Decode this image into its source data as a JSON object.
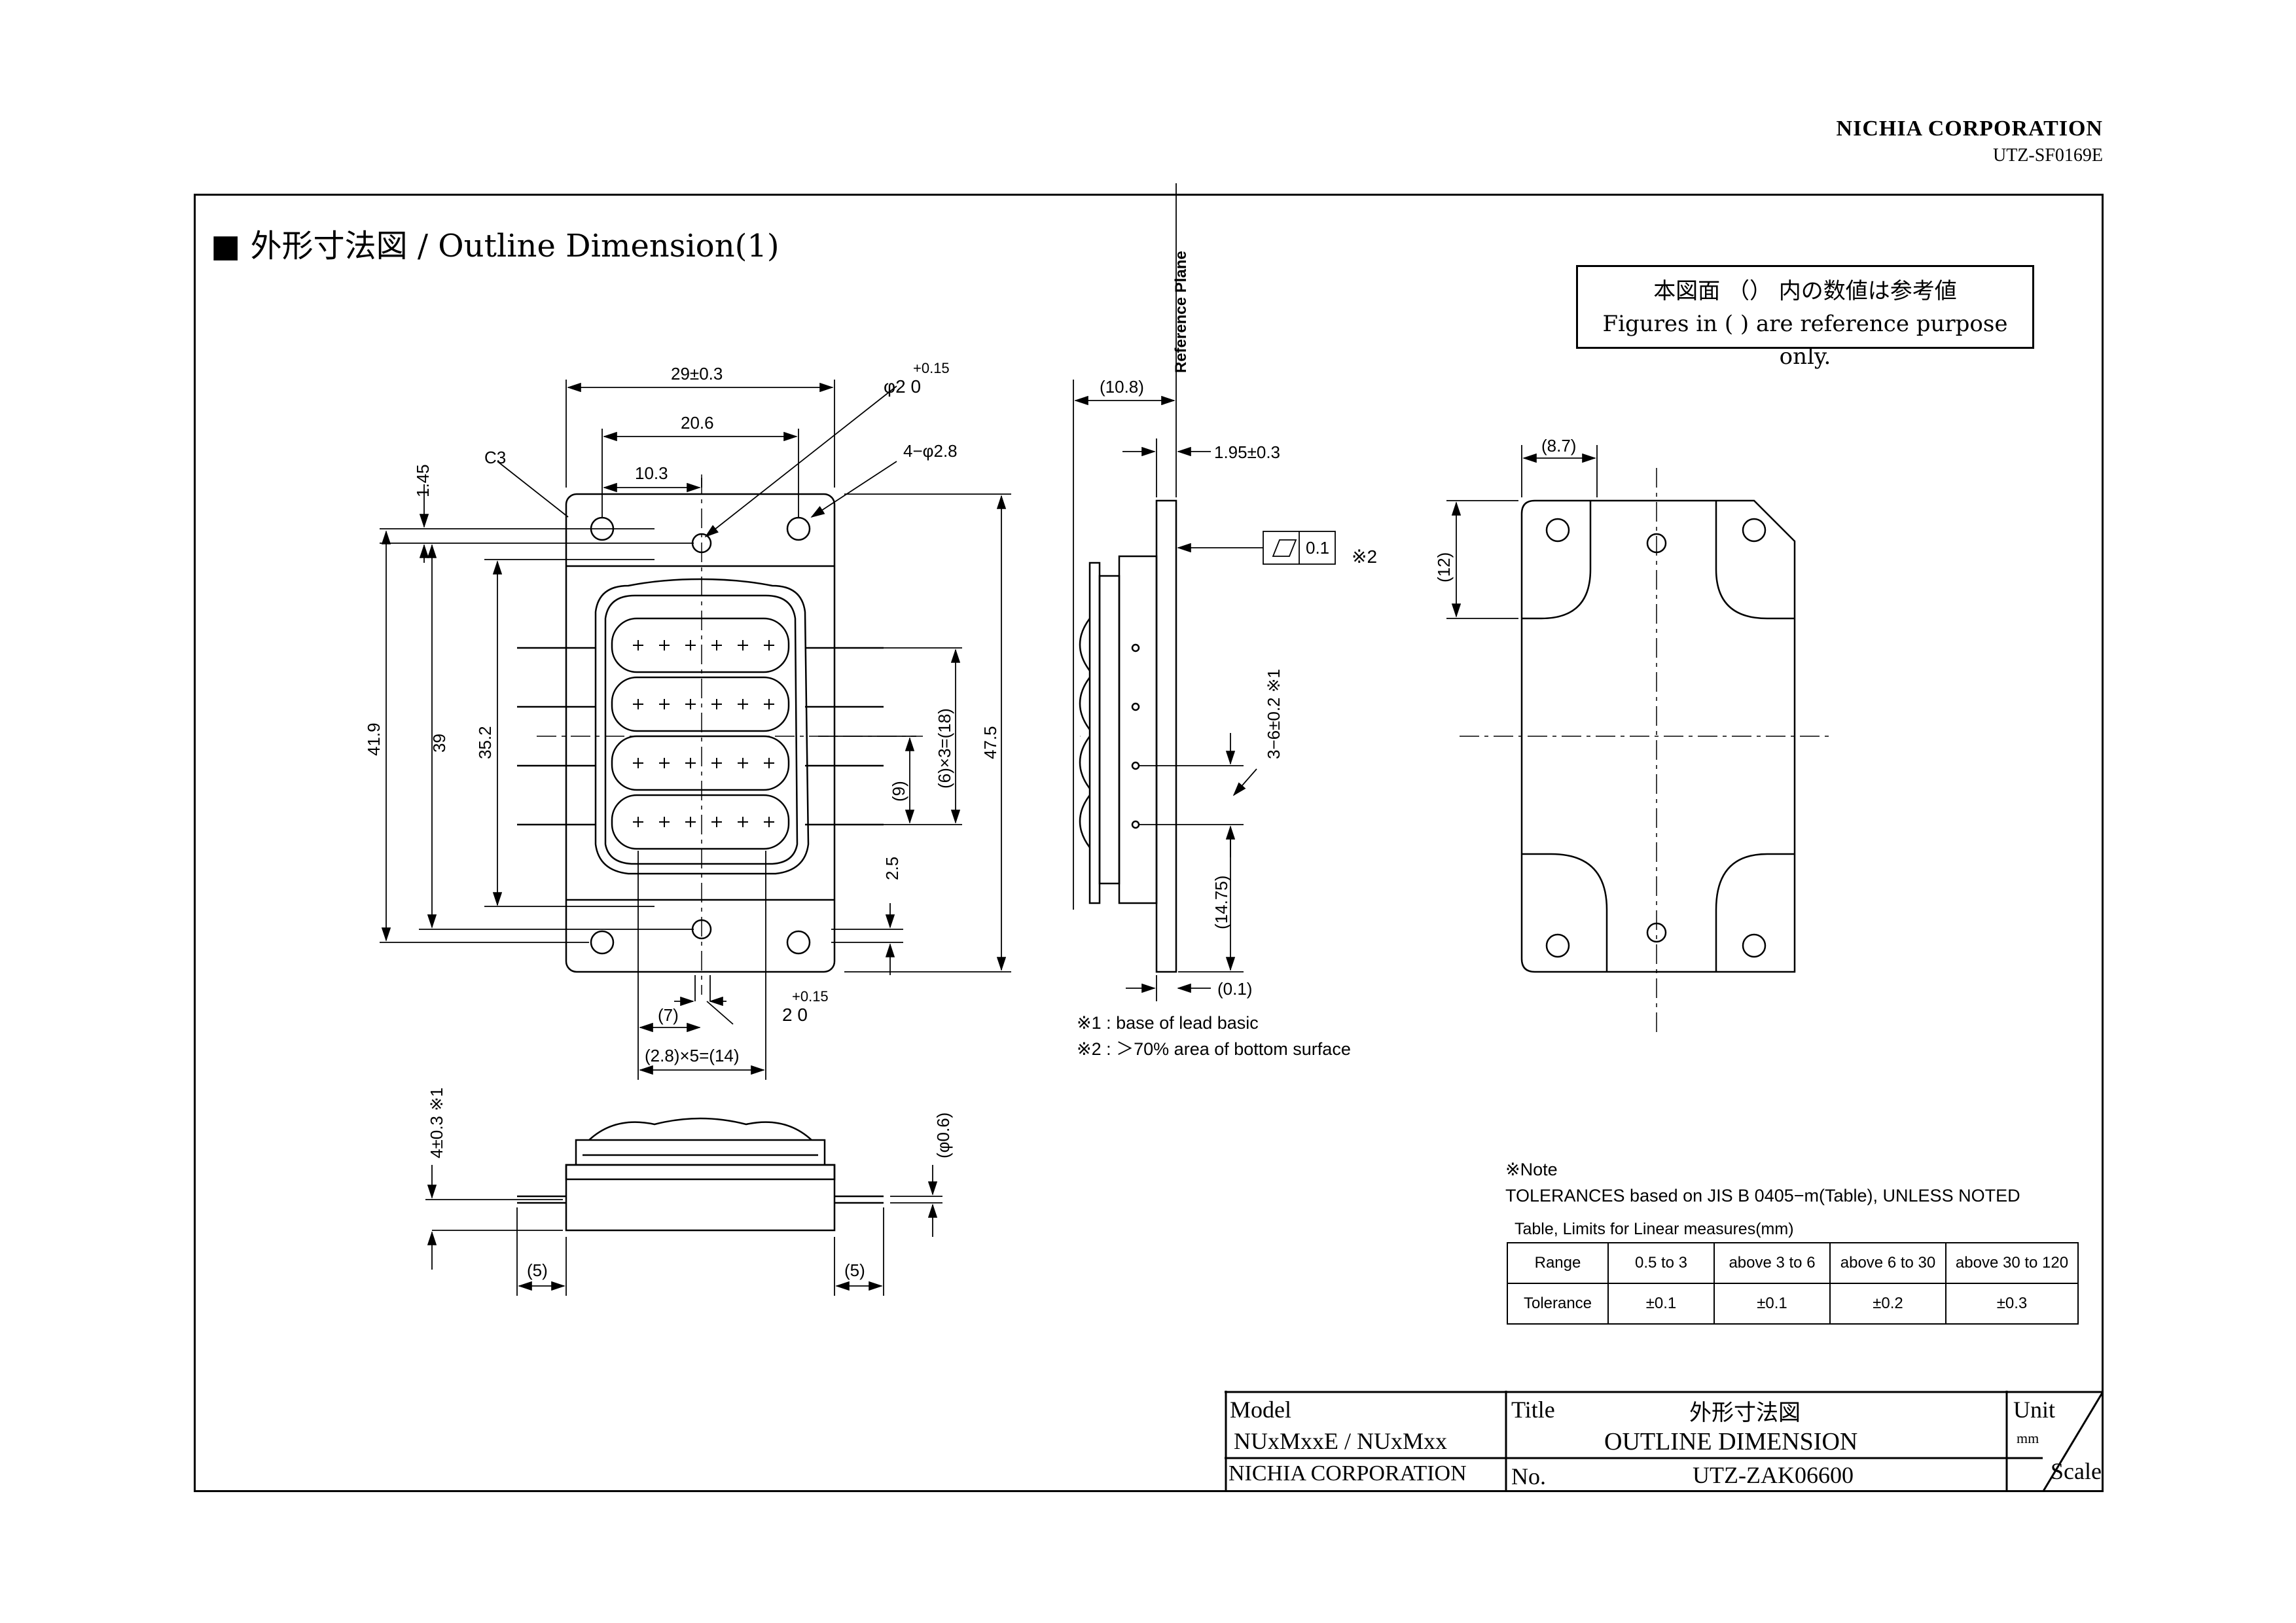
{
  "header": {
    "company": "NICHIA  CORPORATION",
    "doc_id": "UTZ-SF0169E"
  },
  "section_title": "■ 外形寸法図 / Outline Dimension(1)",
  "reference_note": {
    "jp": "本図面 （） 内の数値は参考値",
    "en": "Figures in ( ) are reference purpose only."
  },
  "dimensions": {
    "front": [
      "29±0.3",
      "20.6",
      "10.3",
      "C3",
      "1.45",
      "41.9",
      "39",
      "35.2",
      "2.5",
      "(6)×3=(18)",
      "(9)",
      "47.5",
      "(7)",
      "(2.8)×5=(14)",
      "+0.15",
      "φ2  0",
      "4−φ2.8",
      "+0.15",
      "2  0"
    ],
    "side": [
      "(10.8)",
      "1.95±0.3",
      "0.1",
      "※2",
      "3−6±0.2 ※1",
      "(14.75)",
      "(0.1)",
      "Reference Plane"
    ],
    "bottom": [
      "(8.7)",
      "(12)"
    ],
    "lower": [
      "4±0.3 ※1",
      "(φ0.6)",
      "(5)",
      "(5)"
    ]
  },
  "footnotes": [
    "※1 : base of lead basic",
    "※2 : ＞70% area of bottom surface"
  ],
  "note": {
    "heading": "※Note",
    "line": "TOLERANCES based on JIS B 0405−m(Table), UNLESS NOTED",
    "table_caption": "Table, Limits for Linear measures(mm)"
  },
  "tolerance_table": {
    "header": [
      "Range",
      "0.5 to 3",
      "above 3 to 6",
      "above 6 to 30",
      "above 30 to 120"
    ],
    "row": [
      "Tolerance",
      "±0.1",
      "±0.1",
      "±0.2",
      "±0.3"
    ]
  },
  "title_block": {
    "model_label": "Model",
    "model_value": "NUxMxxE / NUxMxx",
    "company": "NICHIA CORPORATION",
    "title_label": "Title",
    "title_jp": "外形寸法図",
    "title_en": "OUTLINE DIMENSION",
    "no_label": "No.",
    "no_value": "UTZ-ZAK06600",
    "unit_label": "Unit",
    "unit_value": "mm",
    "scale_label": "Scale"
  }
}
